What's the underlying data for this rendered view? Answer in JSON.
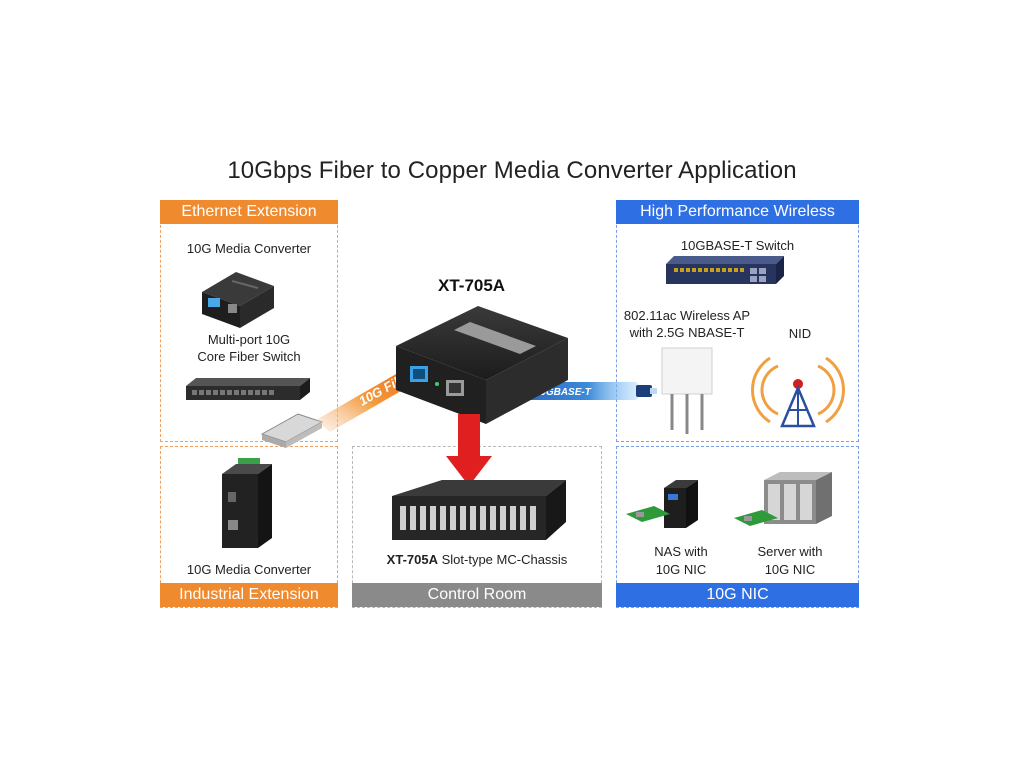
{
  "title": "10Gbps Fiber to Copper Media Converter Application",
  "center_device": "XT-705A",
  "ethernet_extension": {
    "band": "Ethernet Extension",
    "converter_label": "10G Media Converter",
    "switch_label_line1": "Multi-port 10G",
    "switch_label_line2": "Core Fiber Switch"
  },
  "industrial_extension": {
    "band": "Industrial Extension",
    "converter_label": "10G Media Converter"
  },
  "control_room": {
    "band": "Control Room",
    "chassis_model": "XT-705A",
    "chassis_label": "Slot-type MC-Chassis"
  },
  "high_performance_wireless": {
    "band": "High Performance Wireless",
    "switch_label": "10GBASE-T Switch",
    "ap_label_line1": "802.11ac Wireless AP",
    "ap_label_line2": "with 2.5G NBASE-T",
    "nid_label": "NID"
  },
  "nic": {
    "band": "10G NIC",
    "nas_line1": "NAS with",
    "nas_line2": "10G NIC",
    "server_line1": "Server with",
    "server_line2": "10G NIC"
  },
  "links": {
    "fiber": "10G Fiber",
    "copper": "1G/2.5G/5G/10GBASE-T"
  },
  "colors": {
    "orange": "#f08a2e",
    "gray": "#8a8a8a",
    "blue": "#2f6fe4",
    "arrow_red": "#e02020"
  }
}
